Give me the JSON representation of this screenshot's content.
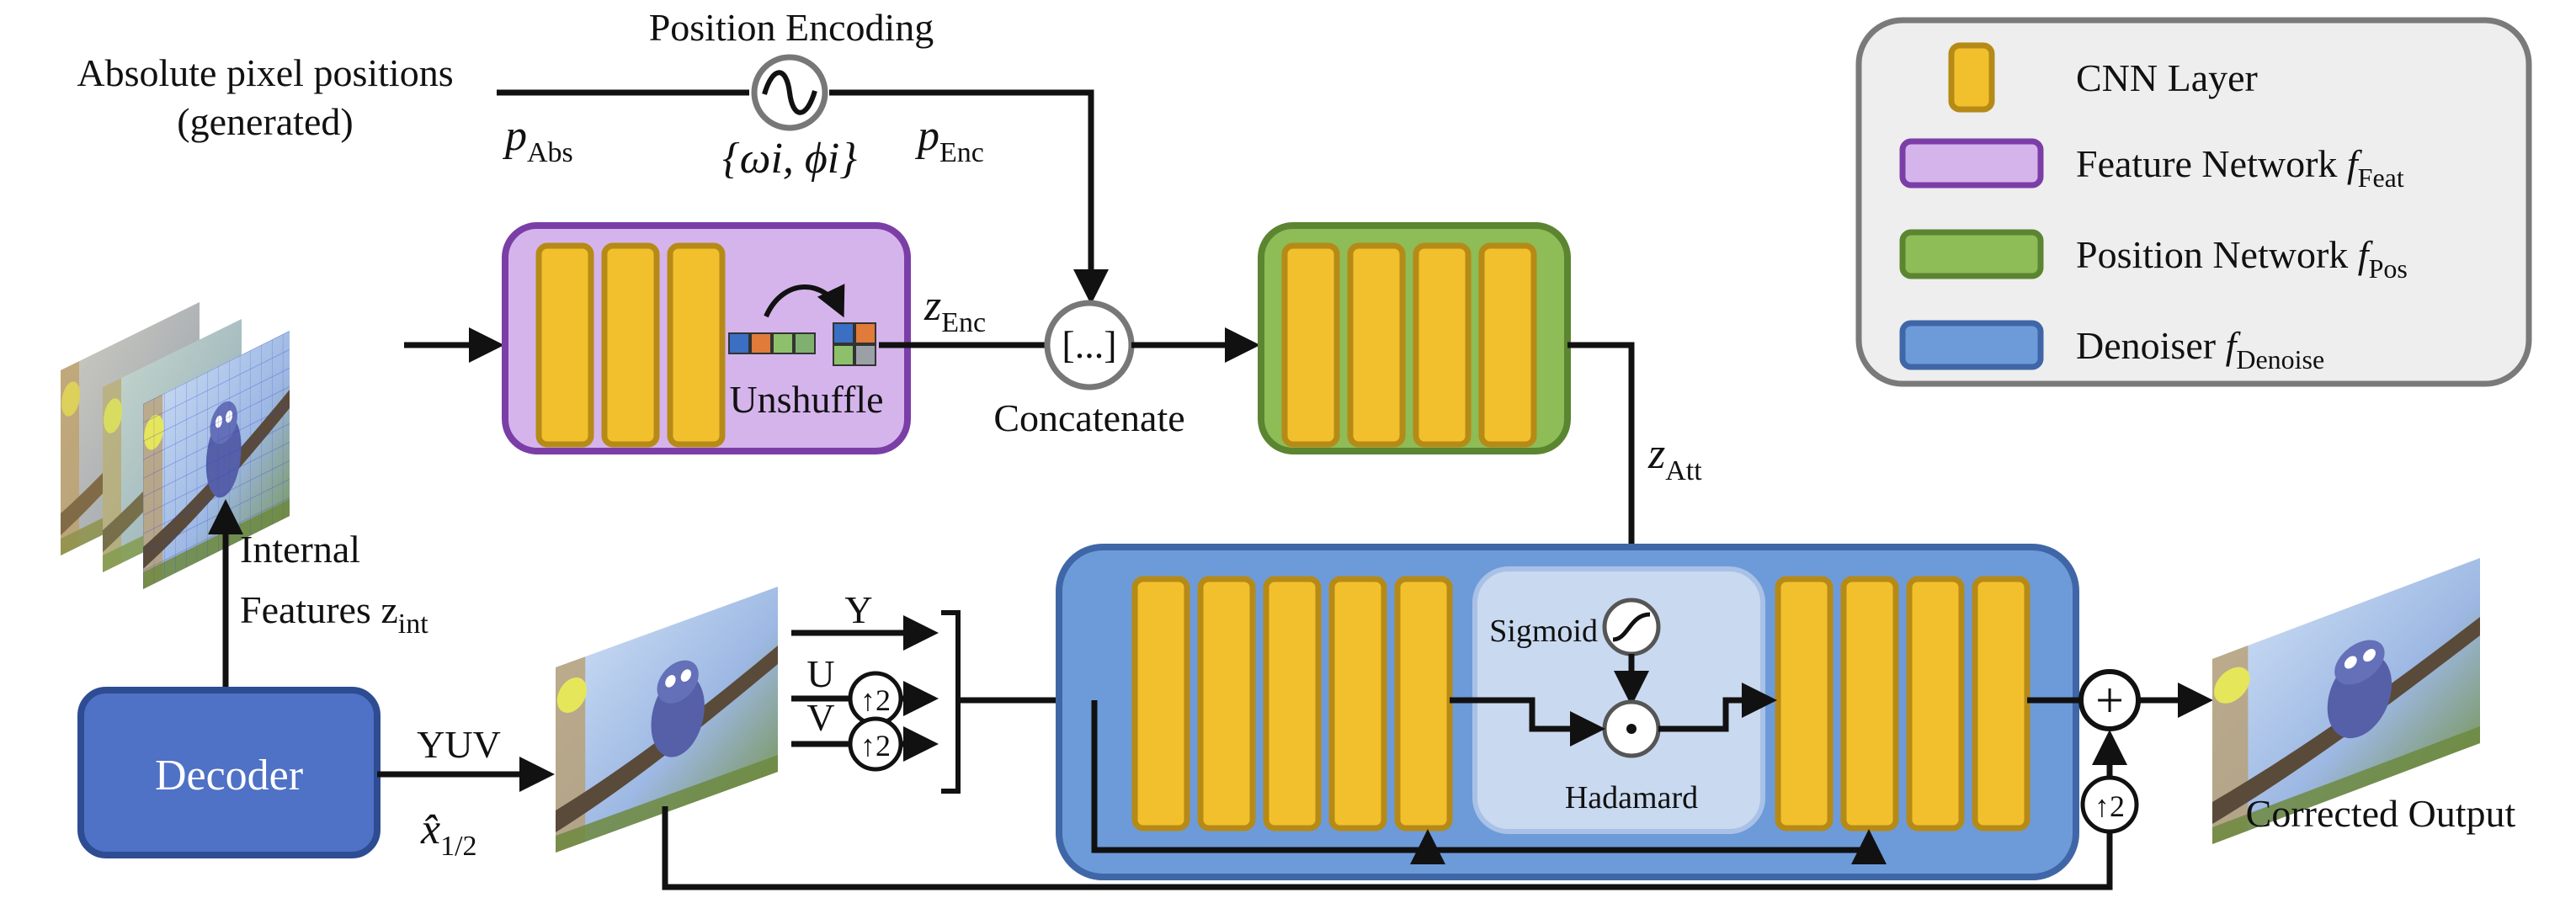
{
  "position_encoding": {
    "title": "Position Encoding",
    "source_label_line1": "Absolute pixel positions",
    "source_label_line2": "(generated)",
    "p_abs": "p",
    "p_abs_sub": "Abs",
    "p_enc": "p",
    "p_enc_sub": "Enc",
    "params": "{ωi, ϕi}"
  },
  "feature_network": {
    "unshuffle_label": "Unshuffle",
    "z_enc": "z",
    "z_enc_sub": "Enc"
  },
  "concatenate": {
    "symbol": "[...]",
    "label": "Concatenate"
  },
  "position_network": {
    "z_att": "z",
    "z_att_sub": "Att"
  },
  "internal_features": {
    "line1": "Internal",
    "line2": "Features z",
    "sub": "int"
  },
  "decoder": {
    "label": "Decoder",
    "yuv_label": "YUV",
    "xhat": "x̂",
    "xhat_sub": "1/2"
  },
  "channels": {
    "y": "Y",
    "u": "U",
    "v": "V",
    "upsample": "↑2"
  },
  "denoiser": {
    "sigmoid": "Sigmoid",
    "hadamard_label": "Hadamard",
    "hadamard_symbol": "⊙"
  },
  "output": {
    "add_symbol": "+",
    "upsample": "↑2",
    "label": "Corrected Output"
  },
  "legend": {
    "items": [
      {
        "label": "CNN Layer",
        "sym": "",
        "sub": "",
        "fill": "#f2c02d",
        "stroke": "#b68a16"
      },
      {
        "label": "Feature Network ",
        "sym": "f",
        "sub": "Feat",
        "fill": "#d5b4ec",
        "stroke": "#7b3ea7"
      },
      {
        "label": "Position Network ",
        "sym": "f",
        "sub": "Pos",
        "fill": "#8ebc57",
        "stroke": "#5b8530"
      },
      {
        "label": "Denoiser ",
        "sym": "f",
        "sub": "Denoise",
        "fill": "#6d9bd9",
        "stroke": "#3f67a8"
      }
    ]
  },
  "colors": {
    "cnn_fill": "#f2c02d",
    "feature_fill": "#d5b4ec",
    "position_fill": "#8ebc57",
    "denoiser_fill": "#6d9bd9",
    "decoder_fill": "#4f71c6"
  }
}
